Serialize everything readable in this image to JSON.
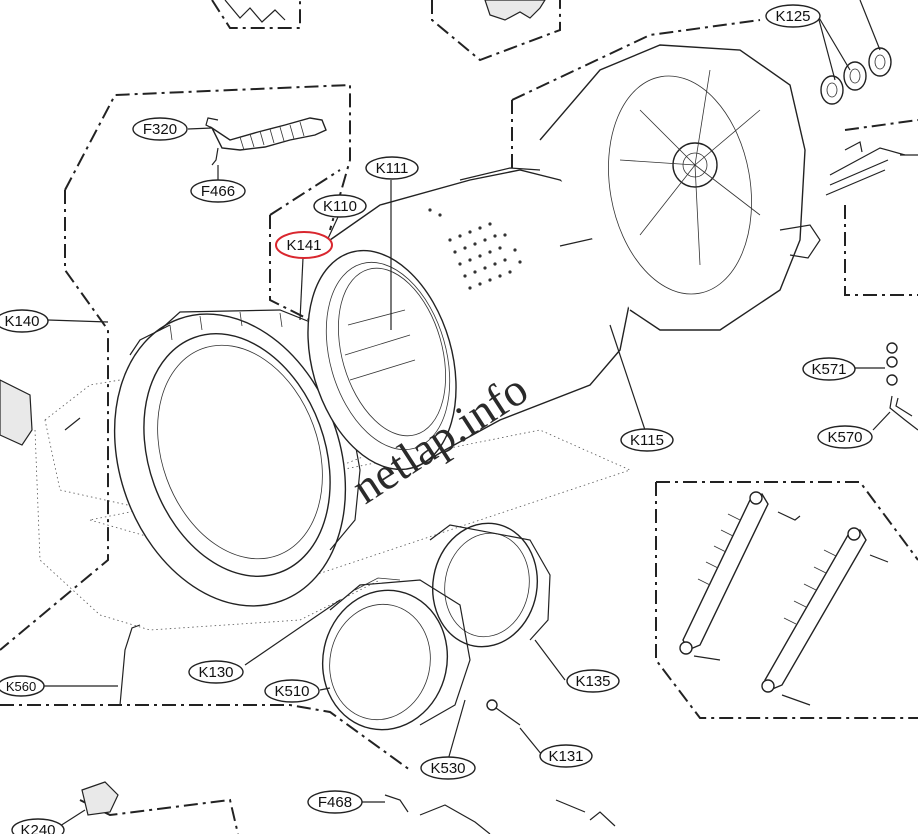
{
  "diagram": {
    "watermark": "netlap.info",
    "highlight_color": "#d9262e",
    "labels": [
      {
        "id": "K125",
        "text": "K125"
      },
      {
        "id": "F320",
        "text": "F320"
      },
      {
        "id": "F466",
        "text": "F466"
      },
      {
        "id": "K111",
        "text": "K111"
      },
      {
        "id": "K110",
        "text": "K110"
      },
      {
        "id": "K141",
        "text": "K141",
        "highlighted": true
      },
      {
        "id": "K140",
        "text": "K140"
      },
      {
        "id": "K571",
        "text": "K571"
      },
      {
        "id": "K570",
        "text": "K570"
      },
      {
        "id": "K115",
        "text": "K115"
      },
      {
        "id": "K130",
        "text": "K130"
      },
      {
        "id": "K510",
        "text": "K510"
      },
      {
        "id": "K135",
        "text": "K135"
      },
      {
        "id": "K560",
        "text": "K560"
      },
      {
        "id": "K131",
        "text": "K131"
      },
      {
        "id": "K530",
        "text": "K530"
      },
      {
        "id": "F468",
        "text": "F468"
      },
      {
        "id": "K240",
        "text": "K240"
      }
    ]
  }
}
